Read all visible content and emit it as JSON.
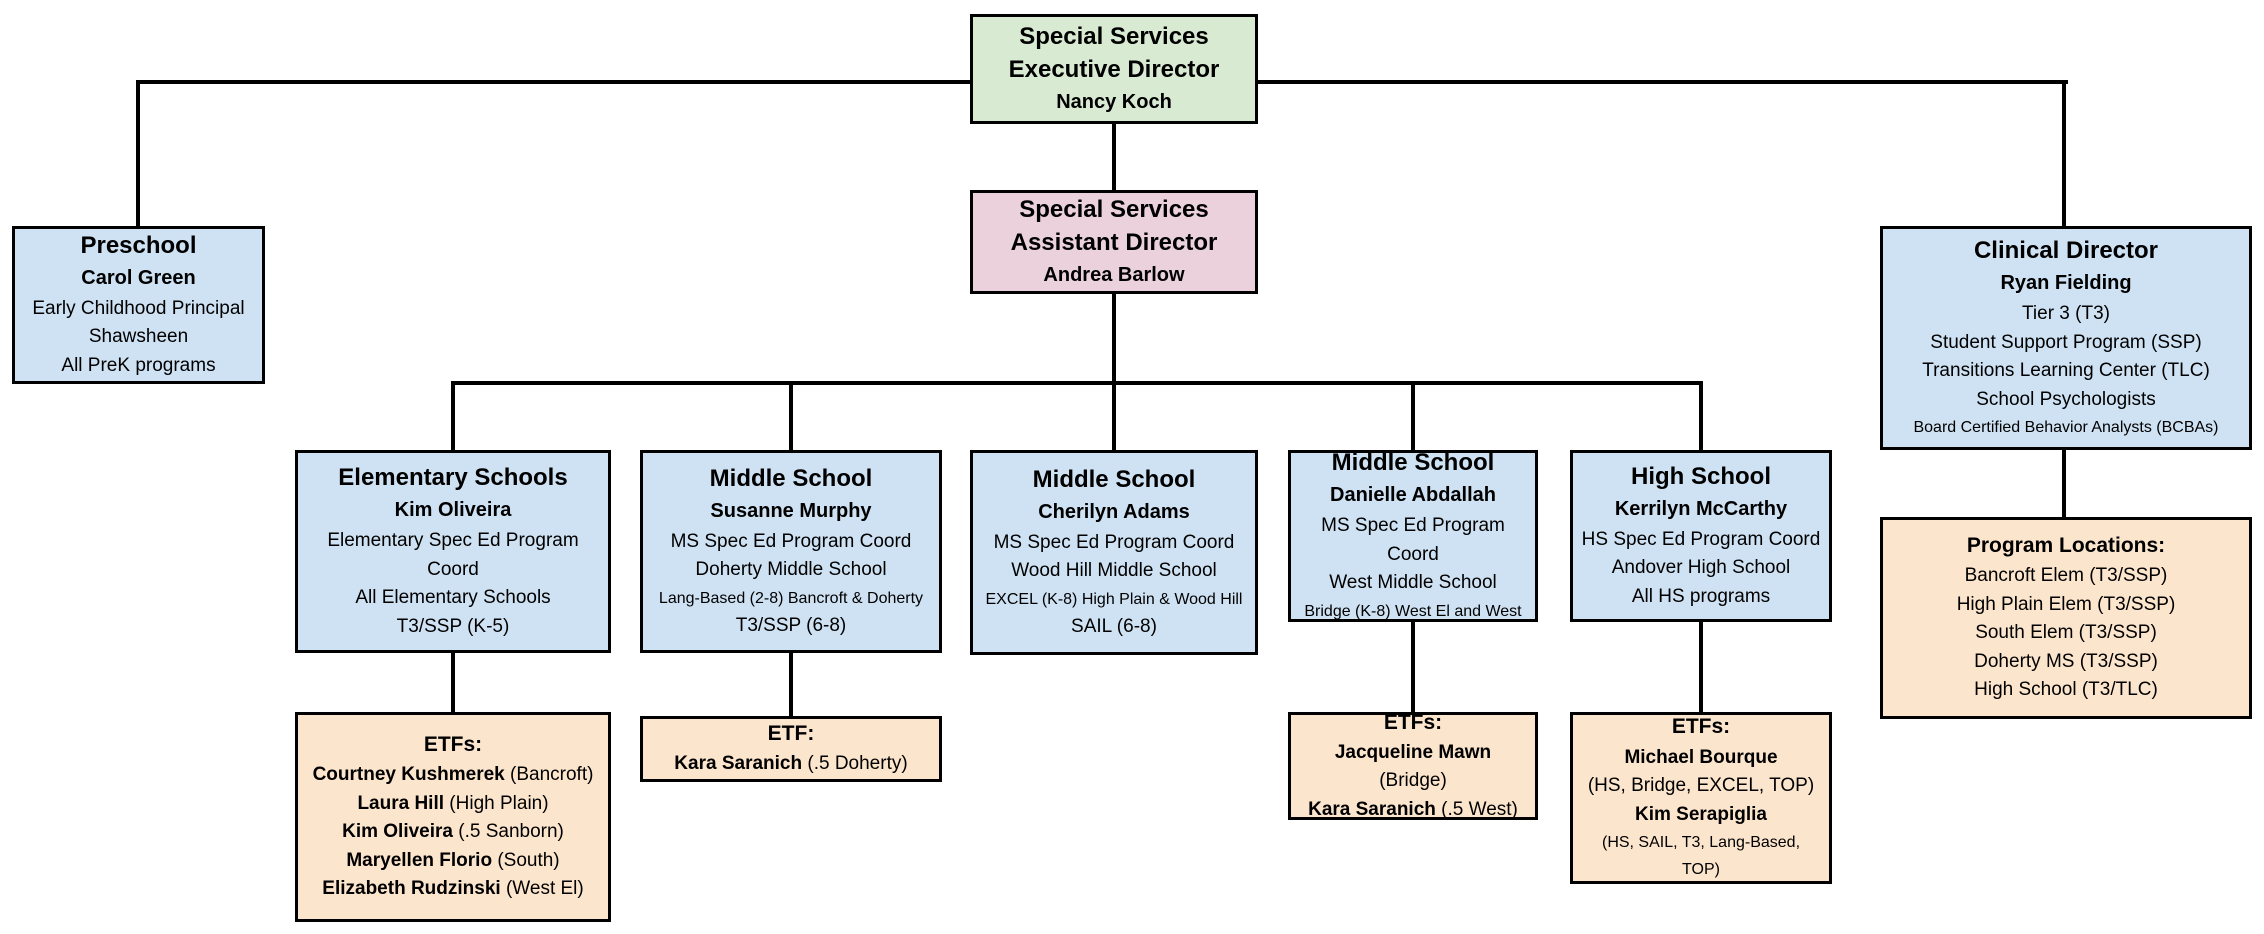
{
  "colors": {
    "executive_bg": "#d9ead3",
    "assistant_bg": "#ead1dc",
    "staff_bg": "#cfe2f3",
    "etf_bg": "#fce5cd",
    "connector": "#000000",
    "border": "#000000",
    "page_bg": "#ffffff"
  },
  "boxes": {
    "executive": {
      "title_line1": "Special Services",
      "title_line2": "Executive Director",
      "person": "Nancy Koch"
    },
    "assistant": {
      "title_line1": "Special Services",
      "title_line2": "Assistant Director",
      "person": "Andrea Barlow"
    },
    "preschool": {
      "title": "Preschool",
      "person": "Carol Green",
      "lines": [
        "Early Childhood Principal",
        "Shawsheen",
        "All PreK programs"
      ]
    },
    "clinical": {
      "title": "Clinical Director",
      "person": "Ryan Fielding",
      "lines": [
        "Tier 3 (T3)",
        "Student Support Program (SSP)",
        "Transitions Learning Center (TLC)",
        "School Psychologists",
        {
          "text": "Board Certified Behavior Analysts (BCBAs)",
          "small": true
        }
      ]
    },
    "elementary": {
      "title": "Elementary Schools",
      "person": "Kim Oliveira",
      "lines": [
        "Elementary Spec Ed Program Coord",
        "All Elementary Schools",
        "T3/SSP (K-5)"
      ]
    },
    "middle_doherty": {
      "title": "Middle School",
      "person": "Susanne Murphy",
      "lines": [
        "MS Spec Ed Program Coord",
        "Doherty Middle School",
        {
          "text": "Lang-Based (2-8) Bancroft & Doherty",
          "small": true
        },
        "T3/SSP (6-8)"
      ]
    },
    "middle_wood_hill": {
      "title": "Middle School",
      "person": "Cherilyn Adams",
      "lines": [
        "MS Spec Ed Program Coord",
        "Wood Hill Middle School",
        {
          "text": "EXCEL (K-8) High Plain & Wood Hill",
          "small": true
        },
        "SAIL (6-8)"
      ]
    },
    "middle_west": {
      "title": "Middle School",
      "person": "Danielle Abdallah",
      "lines": [
        "MS Spec Ed Program Coord",
        "West Middle School",
        {
          "text": "Bridge (K-8) West El and West",
          "small": true
        }
      ]
    },
    "high_school": {
      "title": "High School",
      "person": "Kerrilyn McCarthy",
      "lines": [
        "HS Spec Ed Program Coord",
        "Andover High School",
        "All HS programs"
      ]
    },
    "etf_elementary": {
      "title": "ETFs:",
      "entries": [
        {
          "name": "Courtney Kushmerek",
          "note": "(Bancroft)"
        },
        {
          "name": "Laura Hill",
          "note": "(High Plain)"
        },
        {
          "name": "Kim Oliveira",
          "note": "(.5 Sanborn)"
        },
        {
          "name": "Maryellen Florio",
          "note": "(South)"
        },
        {
          "name": "Elizabeth Rudzinski",
          "note": "(West El)"
        }
      ]
    },
    "etf_doherty": {
      "title": "ETF:",
      "entries": [
        {
          "name": "Kara Saranich",
          "note": "(.5 Doherty)"
        }
      ]
    },
    "etf_west": {
      "title": "ETFs:",
      "entries": [
        {
          "name": "Jacqueline Mawn",
          "note": "(Bridge)"
        },
        {
          "name": "Kara Saranich",
          "note": "(.5 West)"
        }
      ]
    },
    "etf_high_school": {
      "title": "ETFs:",
      "entries": [
        {
          "name": "Michael Bourque",
          "note": "(HS, Bridge, EXCEL, TOP)",
          "note_newline": true
        },
        {
          "name": "Kim Serapiglia",
          "note": "(HS, SAIL, T3, Lang-Based, TOP)",
          "note_newline": true,
          "small": true
        }
      ]
    },
    "program_locations": {
      "title": "Program Locations:",
      "lines": [
        "Bancroft Elem (T3/SSP)",
        "High Plain Elem (T3/SSP)",
        "South Elem (T3/SSP)",
        "Doherty MS (T3/SSP)",
        "High School (T3/TLC)"
      ]
    }
  }
}
